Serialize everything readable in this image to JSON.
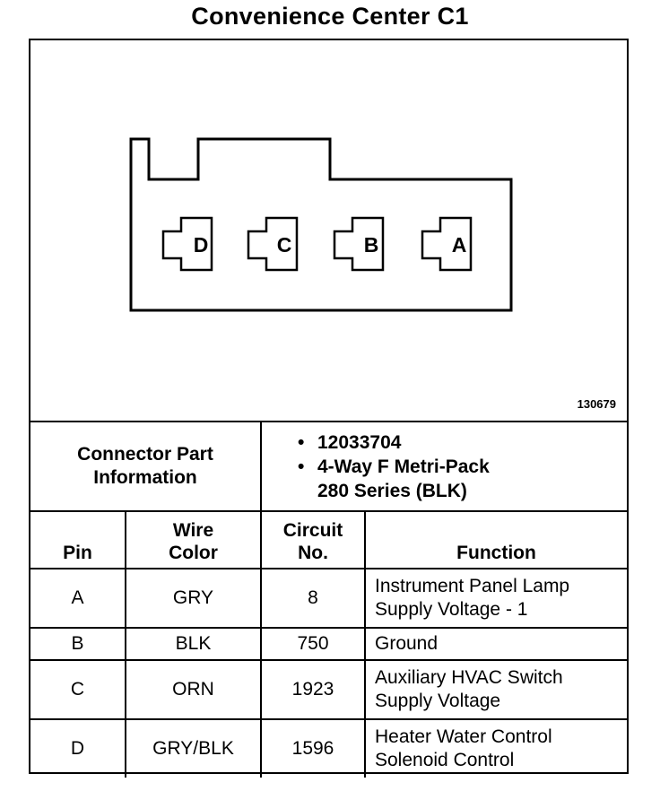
{
  "title": "Convenience Center C1",
  "figure": {
    "id": "130679",
    "pins": [
      "D",
      "C",
      "B",
      "A"
    ]
  },
  "connector_info": {
    "label": "Connector Part Information",
    "values": [
      "12033704",
      "4-Way F Metri-Pack",
      "280 Series (BLK)"
    ],
    "bullet": "•"
  },
  "table": {
    "headers": {
      "pin": "Pin",
      "wire_color": [
        "Wire",
        "Color"
      ],
      "circuit": [
        "Circuit",
        "No."
      ],
      "function": "Function"
    },
    "rows": [
      {
        "pin": "A",
        "color": "GRY",
        "circuit": "8",
        "function": [
          "Instrument Panel Lamp",
          "Supply Voltage - 1"
        ]
      },
      {
        "pin": "B",
        "color": "BLK",
        "circuit": "750",
        "function": [
          "Ground"
        ]
      },
      {
        "pin": "C",
        "color": "ORN",
        "circuit": "1923",
        "function": [
          "Auxiliary HVAC Switch",
          "Supply Voltage"
        ]
      },
      {
        "pin": "D",
        "color": "GRY/BLK",
        "circuit": "1596",
        "function": [
          "Heater Water Control",
          "Solenoid Control"
        ]
      }
    ]
  }
}
